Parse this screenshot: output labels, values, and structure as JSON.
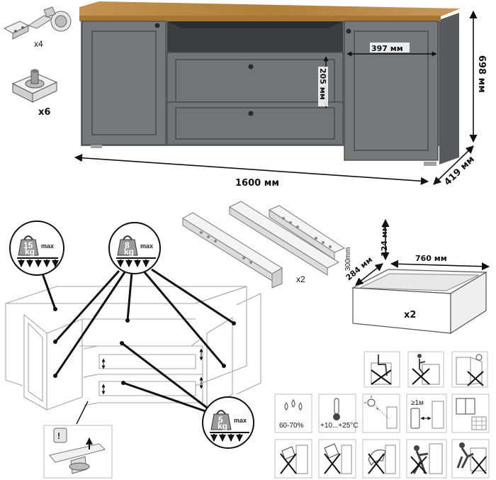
{
  "dimensions": {
    "width": "1600 мм",
    "height": "698 мм",
    "depth": "419 мм",
    "niche_width": "397 мм",
    "drawer_height": "205 мм"
  },
  "accessories": {
    "hinges_count": "x4",
    "feet_count": "x6"
  },
  "rails": {
    "count": "x2",
    "length": "300mm"
  },
  "drawer_box": {
    "width": "760 мм",
    "depth": "284 мм",
    "height": "124 мм",
    "count": "x2"
  },
  "load_limits": {
    "top_weight": "15",
    "top_unit": "kg",
    "shelf_weight": "8",
    "shelf_unit": "kg",
    "drawer_weight": "5",
    "drawer_unit": "kg",
    "max_label": "max"
  },
  "warning_symbol": "!",
  "care_icons": {
    "humidity": "60-70%",
    "temperature": "+10...+25°C",
    "distance": "≥1м"
  },
  "colors": {
    "body": "#6d6e70",
    "body_dark": "#58595b",
    "top_wood": "#b9883f",
    "lineart": "#9a9a9a"
  }
}
